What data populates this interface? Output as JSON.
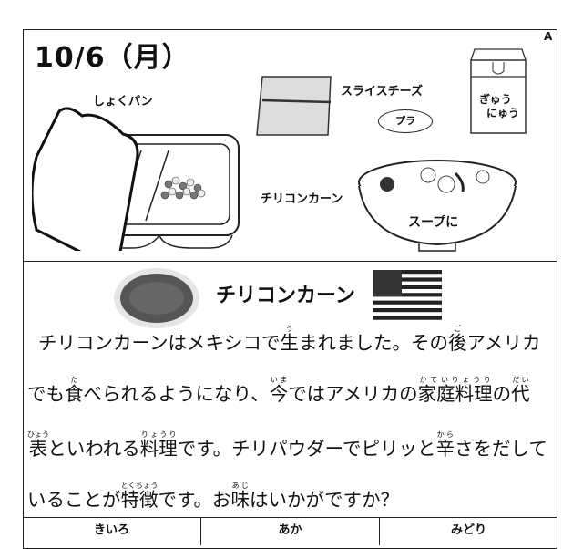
{
  "header": {
    "date": "10/6（月）",
    "corner_mark": "A"
  },
  "menu": {
    "bread": "しょくパン",
    "cheese": "スライスチーズ",
    "pla_mark": "プラ",
    "milk_line1": "ぎゅう",
    "milk_line2": "にゅう",
    "side": "チリコンカーン",
    "soup": "スープに"
  },
  "feature": {
    "title": "チリコンカーン",
    "lines": [
      [
        {
          "t": "チリコンカーンはメキシコで"
        },
        {
          "k": "生",
          "r": "う"
        },
        {
          "t": "まれました。その"
        },
        {
          "k": "後",
          "r": "ご"
        },
        {
          "t": "アメリカ"
        }
      ],
      [
        {
          "t": "でも"
        },
        {
          "k": "食",
          "r": "た"
        },
        {
          "t": "べられるようになり、"
        },
        {
          "k": "今",
          "r": "いま"
        },
        {
          "t": "ではアメリカの"
        },
        {
          "k": "家庭料理",
          "r": "かていりょうり"
        },
        {
          "t": "の"
        },
        {
          "k": "代",
          "r": "だい"
        }
      ],
      [
        {
          "k": "表",
          "r": "ひょう"
        },
        {
          "t": "といわれる"
        },
        {
          "k": "料理",
          "r": "りょうり"
        },
        {
          "t": "です。チリパウダーでピリッと"
        },
        {
          "k": "辛",
          "r": "から"
        },
        {
          "t": "さをだして"
        }
      ],
      [
        {
          "t": "いることが"
        },
        {
          "k": "特徴",
          "r": "とくちょう"
        },
        {
          "t": "です。お"
        },
        {
          "k": "味",
          "r": "あじ"
        },
        {
          "t": "はいかがですか？"
        }
      ]
    ]
  },
  "table": {
    "columns": [
      "きいろ",
      "あか",
      "みどり"
    ]
  }
}
